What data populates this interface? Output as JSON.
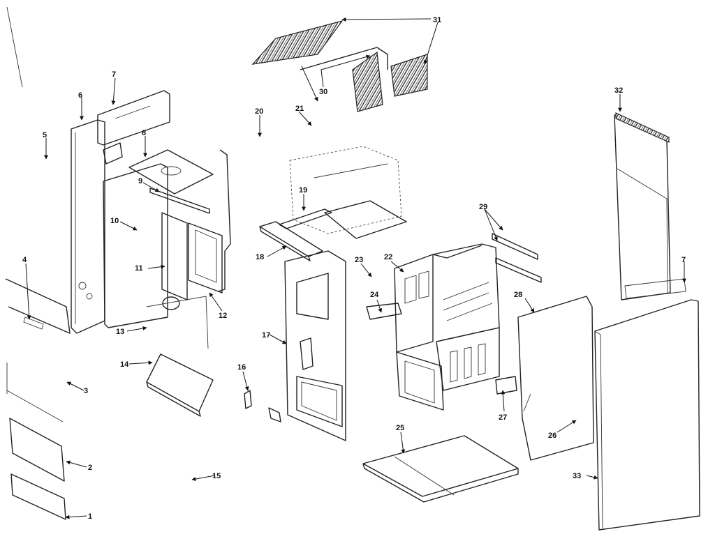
{
  "callouts": [
    {
      "id": "c1",
      "text": "1"
    },
    {
      "id": "c2",
      "text": "2"
    },
    {
      "id": "c3",
      "text": "3"
    },
    {
      "id": "c4",
      "text": "4"
    },
    {
      "id": "c5",
      "text": "5"
    },
    {
      "id": "c6",
      "text": "6"
    },
    {
      "id": "c7a",
      "text": "7"
    },
    {
      "id": "c7b",
      "text": "7"
    },
    {
      "id": "c8",
      "text": "8"
    },
    {
      "id": "c9",
      "text": "9"
    },
    {
      "id": "c10",
      "text": "10"
    },
    {
      "id": "c11",
      "text": "11"
    },
    {
      "id": "c12",
      "text": "12"
    },
    {
      "id": "c13",
      "text": "13"
    },
    {
      "id": "c14",
      "text": "14"
    },
    {
      "id": "c15",
      "text": "15"
    },
    {
      "id": "c16",
      "text": "16"
    },
    {
      "id": "c17",
      "text": "17"
    },
    {
      "id": "c18",
      "text": "18"
    },
    {
      "id": "c19",
      "text": "19"
    },
    {
      "id": "c20",
      "text": "20"
    },
    {
      "id": "c21",
      "text": "21"
    },
    {
      "id": "c22",
      "text": "22"
    },
    {
      "id": "c23",
      "text": "23"
    },
    {
      "id": "c24",
      "text": "24"
    },
    {
      "id": "c25",
      "text": "25"
    },
    {
      "id": "c26",
      "text": "26"
    },
    {
      "id": "c27",
      "text": "27"
    },
    {
      "id": "c28",
      "text": "28"
    },
    {
      "id": "c29",
      "text": "29"
    },
    {
      "id": "c30",
      "text": "30"
    },
    {
      "id": "c31",
      "text": "31"
    },
    {
      "id": "c32",
      "text": "32"
    },
    {
      "id": "c33",
      "text": "33"
    }
  ]
}
